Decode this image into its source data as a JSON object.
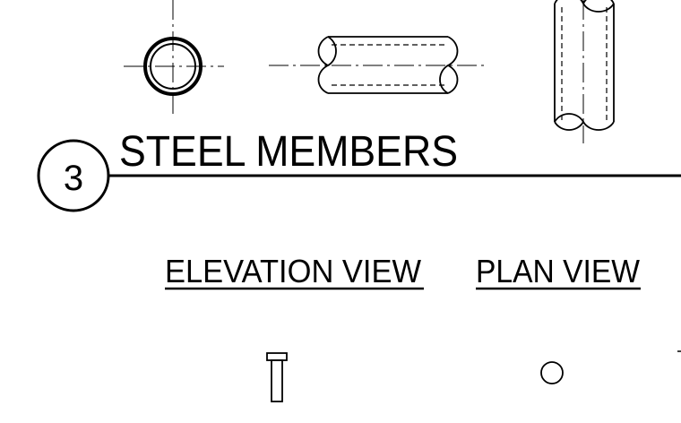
{
  "section": {
    "number": "3",
    "title": "STEEL MEMBERS"
  },
  "views": {
    "elevation_label": "ELEVATION VIEW",
    "plan_label": "PLAN VIEW"
  },
  "colors": {
    "ink": "#000000",
    "paper": "#ffffff"
  }
}
